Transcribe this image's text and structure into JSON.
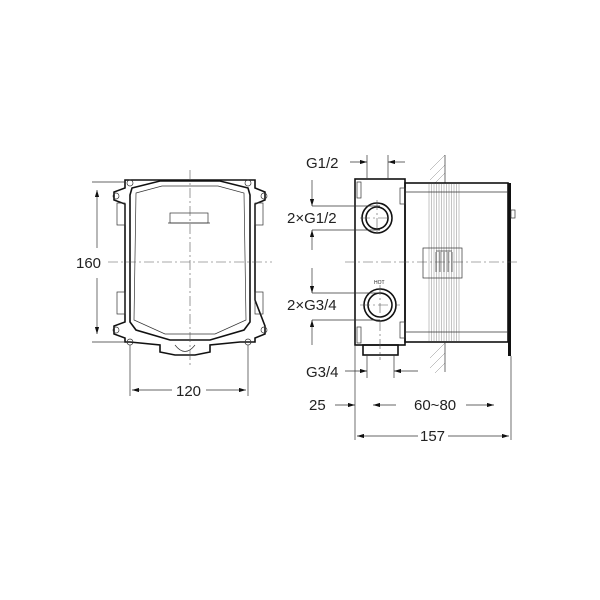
{
  "front_view": {
    "height_label": "160",
    "width_label": "120"
  },
  "side_view": {
    "top_port_label": "G1/2",
    "upper_ports_label": "2×G1/2",
    "lower_ports_label": "2×G3/4",
    "bottom_port_label": "G3/4",
    "front_offset_label": "25",
    "wall_depth_label": "60~80",
    "total_depth_label": "157",
    "hot_marking": "HOT"
  }
}
